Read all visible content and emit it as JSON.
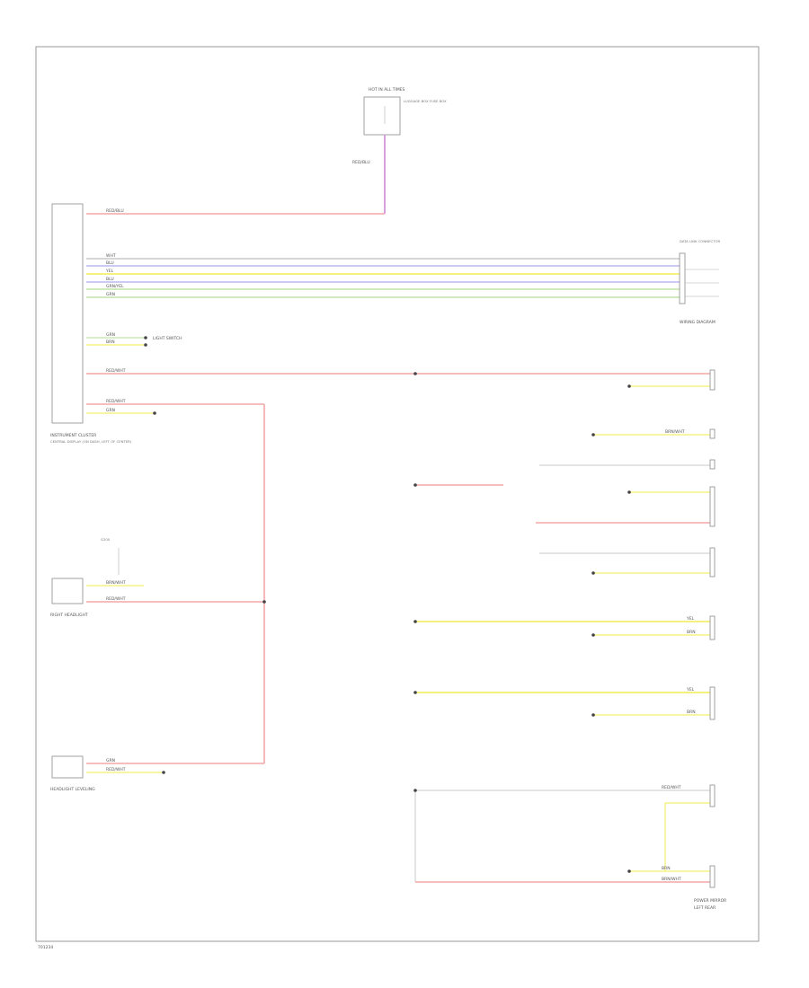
{
  "diagram": {
    "page_id": "701234",
    "colors": {
      "red": "#f4a7a7",
      "pink_violet": "#d9a0e0",
      "yellow": "#f3f06a",
      "blue": "#b8b8f2",
      "green": "#bfe3a8",
      "gray": "#c8c8c8",
      "gray_dark": "#9a9a9a",
      "black": "#444444"
    },
    "labels": {
      "fuse_box": "HOT IN ALL TIMES",
      "fuse_note": "LUGGAGE BOX FUSE BOX",
      "fuse_wire": "RED/BLU",
      "cluster_top_wire": "RED/BLU",
      "cluster_name": "INSTRUMENT CLUSTER",
      "cluster_subtitle": "CENTRAL DISPLAY (ON DASH, LEFT OF CENTER)",
      "right_header": "DATA LINK CONNECTOR",
      "right_note": "WIRING DIAGRAM",
      "ground_label": "G200",
      "left_ground": "LIGHT SWITCH",
      "lower_left_1": "RIGHT HEADLIGHT",
      "lower_left_2": "HEADLIGHT LEVELING",
      "lower_right_1": "POWER MIRROR",
      "lower_right_2": "LEFT REAR",
      "footer": "701234"
    },
    "wire_labels": {
      "w1": "WHT",
      "w2": "BLU",
      "w3": "YEL",
      "w4": "BLU",
      "w5": "GRN/YEL",
      "w6": "GRN",
      "w7": "GRN",
      "w8": "BRN",
      "w9": "RED/WHT",
      "w10": "RED/WHT",
      "w11": "GRN",
      "w12": "BRN/WHT",
      "w13": "RED/WHT",
      "w14": "GRN",
      "w15": "RED/WHT",
      "w16": "BRN/WHT",
      "w17": "YEL",
      "w18": "BRN",
      "w19": "YEL",
      "w20": "BRN",
      "w21": "RED/WHT",
      "w22": "BRN",
      "w23": "BRN/WHT"
    }
  }
}
